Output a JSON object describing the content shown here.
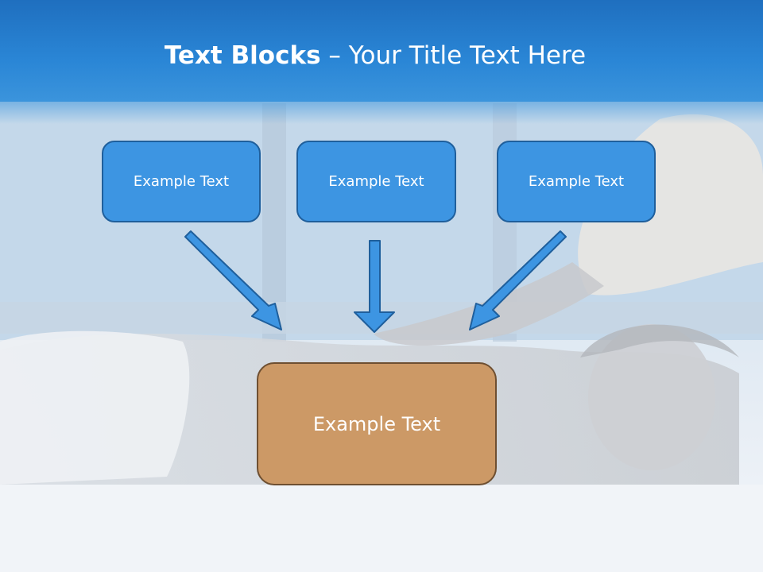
{
  "slide": {
    "title_bold": "Text Blocks",
    "title_rest": " – Your Title Text Here"
  },
  "boxes": {
    "top_left": "Example Text",
    "top_center": "Example Text",
    "top_right": "Example Text",
    "bottom": "Example Text"
  },
  "colors": {
    "header": "#2a86d6",
    "box_blue": "#3d95e2",
    "box_blue_border": "#1f5f9c",
    "box_brown": "#cc9966",
    "box_brown_border": "#6e4f31",
    "arrow": "#3d95e2"
  },
  "background": {
    "subject": "spa massage photo"
  }
}
